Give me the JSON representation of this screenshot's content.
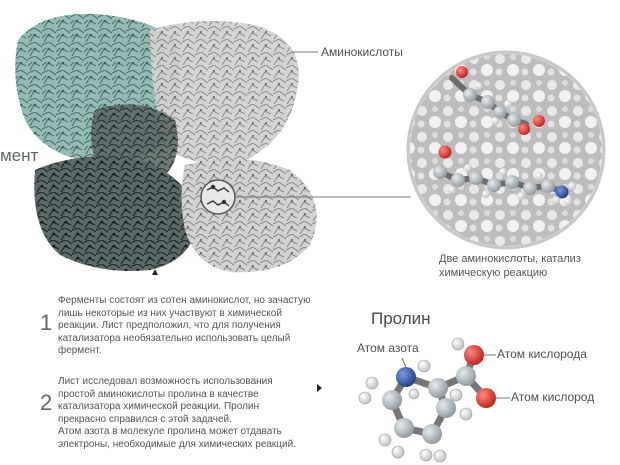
{
  "enzyme": {
    "side_label": "мент",
    "amino_acids_label": "Аминокислоты"
  },
  "zoom": {
    "caption": "Две аминокислоты, катализ\nхимическую реакцию"
  },
  "steps": [
    {
      "number": "1",
      "text": "Ферменты состоят из сотен аминокислот, но зачастую\nлишь некоторые из них участвуют в химической\nреакции. Лист предположил, что для получения\nкатализатора необязательно использовать целый\nфермент."
    },
    {
      "number": "2",
      "text": "Лист исследовал возможность использования\nпростой аминокислоты пролина в качестве\nкатализатора химической реакции. Пролин\nпрекрасно справился с этой задачей.\nАтом азота в молекуле пролина может отдавать\nэлектроны, необходимые для химических реакций."
    }
  ],
  "proline": {
    "title": "Пролин",
    "nitrogen_label": "Атом азота",
    "oxygen_label_1": "Атом кислорода",
    "oxygen_label_2": "Атом кислород"
  },
  "colors": {
    "enzyme_teal": "#6f9e96",
    "enzyme_dark": "#3c4a48",
    "enzyme_grey": "#a9a9a9",
    "atom_carbon": "#b7c0c4",
    "atom_nitrogen": "#2f56a6",
    "atom_oxygen": "#e0302a",
    "atom_hydrogen": "#f2f2f2"
  }
}
